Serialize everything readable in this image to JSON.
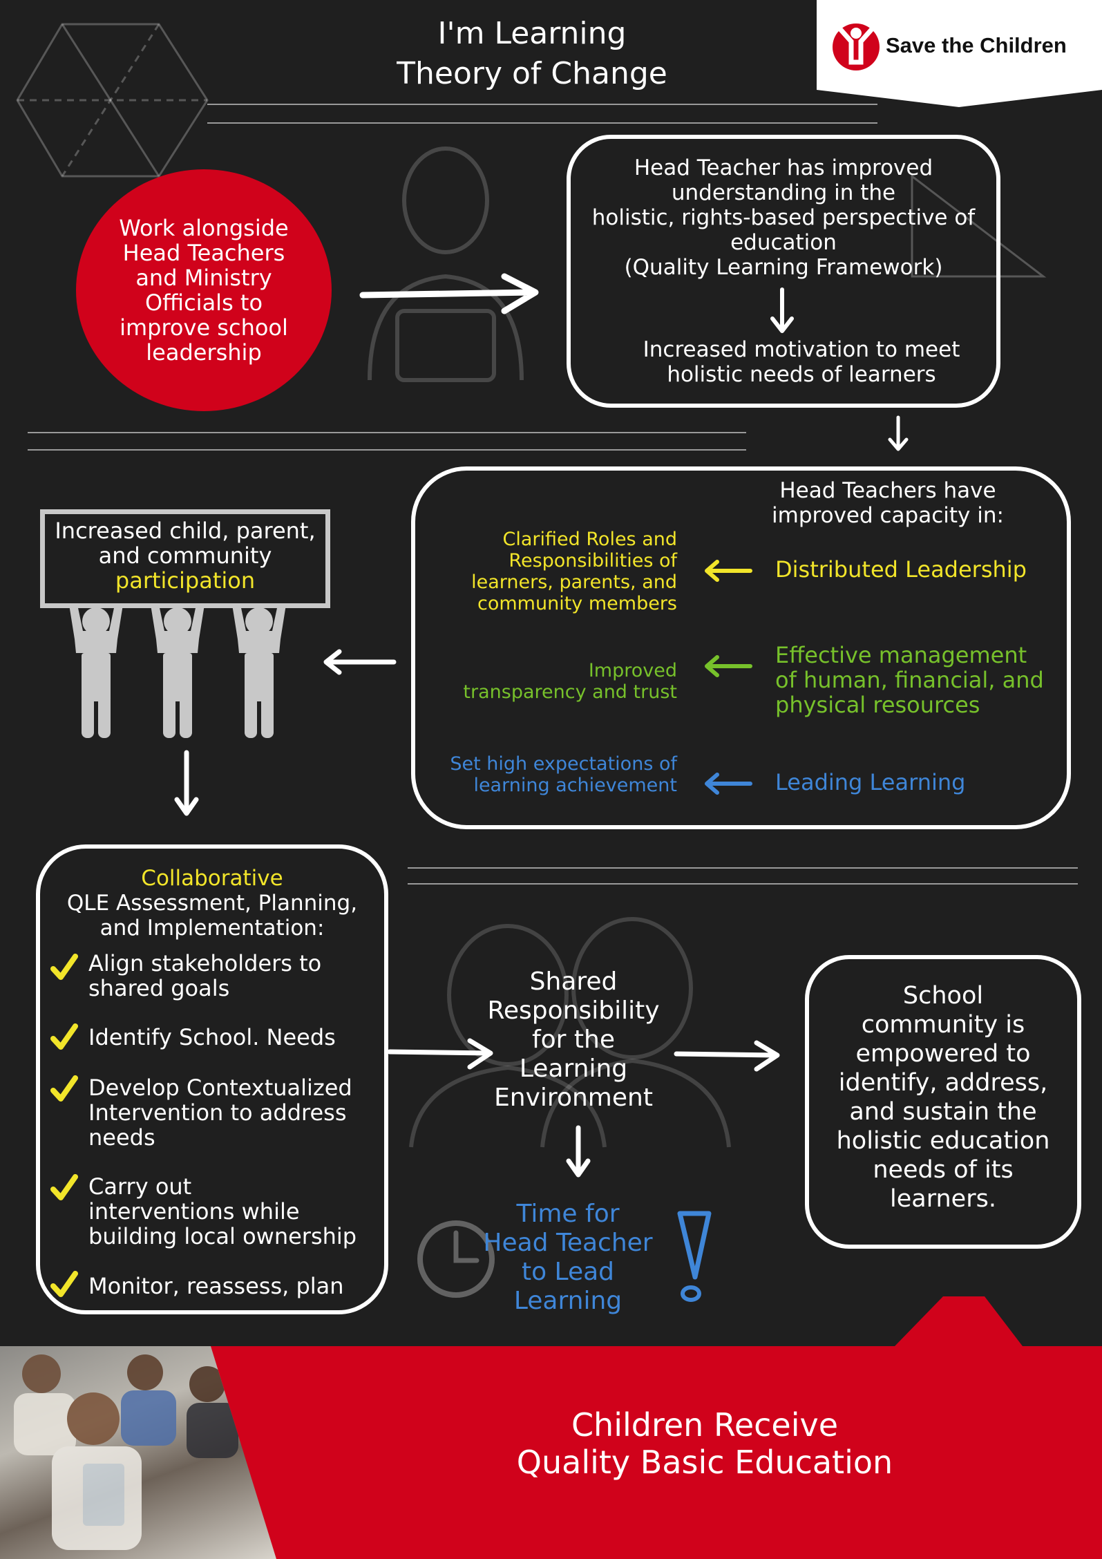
{
  "header": {
    "title_line1": "I'm Learning",
    "title_line2": "Theory of Change",
    "brand": "Save the Children"
  },
  "start_circle": {
    "text_lines": [
      "Work alongside",
      "Head Teachers",
      "and Ministry",
      "Officials to",
      "improve school",
      "leadership"
    ]
  },
  "box1": {
    "text_lines": [
      "Head Teacher has improved",
      "understanding in the",
      "holistic, rights-based perspective of",
      "education",
      "(Quality Learning Framework)"
    ],
    "result_lines": [
      "Increased motivation to meet",
      "holistic needs of learners"
    ]
  },
  "box2": {
    "heading_lines": [
      "Head Teachers have",
      "improved capacity in:"
    ],
    "rows": [
      {
        "left_lines": [
          "Clarified Roles and",
          "Responsibilities of",
          "learners, parents, and",
          "community members"
        ],
        "right_lines": [
          "Distributed Leadership"
        ],
        "color": "#f2e52a"
      },
      {
        "left_lines": [
          "Improved",
          "transparency and trust"
        ],
        "right_lines": [
          "Effective management",
          "of human, financial, and",
          "physical resources"
        ],
        "color": "#77c12b"
      },
      {
        "left_lines": [
          "Set high expectations of",
          "learning achievement"
        ],
        "right_lines": [
          "Leading Learning"
        ],
        "color": "#3f86d8"
      }
    ]
  },
  "participation": {
    "line1": "Increased child, parent,",
    "line2": "and community",
    "highlight": "participation"
  },
  "box3": {
    "highlight": "Collaborative",
    "heading_lines": [
      "QLE Assessment, Planning,",
      "and Implementation:"
    ],
    "items": [
      [
        "Align stakeholders to",
        "shared goals"
      ],
      [
        "Identify School. Needs"
      ],
      [
        "Develop Contextualized",
        "Intervention to address",
        "needs"
      ],
      [
        "Carry out",
        "interventions while",
        "building local ownership"
      ],
      [
        "Monitor, reassess, plan"
      ]
    ]
  },
  "shared": {
    "text_lines": [
      "Shared",
      "Responsibility",
      "for the",
      "Learning",
      "Environment"
    ]
  },
  "time": {
    "text_lines": [
      "Time for",
      "Head Teacher",
      "to Lead",
      "Learning"
    ]
  },
  "box4": {
    "text_lines": [
      "School",
      "community is",
      "empowered to",
      "identify, address,",
      "and sustain the",
      "holistic education",
      "needs of its",
      "learners."
    ]
  },
  "footer": {
    "line1": "Children Receive",
    "line2": "Quality Basic Education"
  },
  "colors": {
    "background": "#1f1f1f",
    "red": "#d0021b",
    "yellow": "#f2e52a",
    "green": "#77c12b",
    "blue": "#3f86d8"
  }
}
